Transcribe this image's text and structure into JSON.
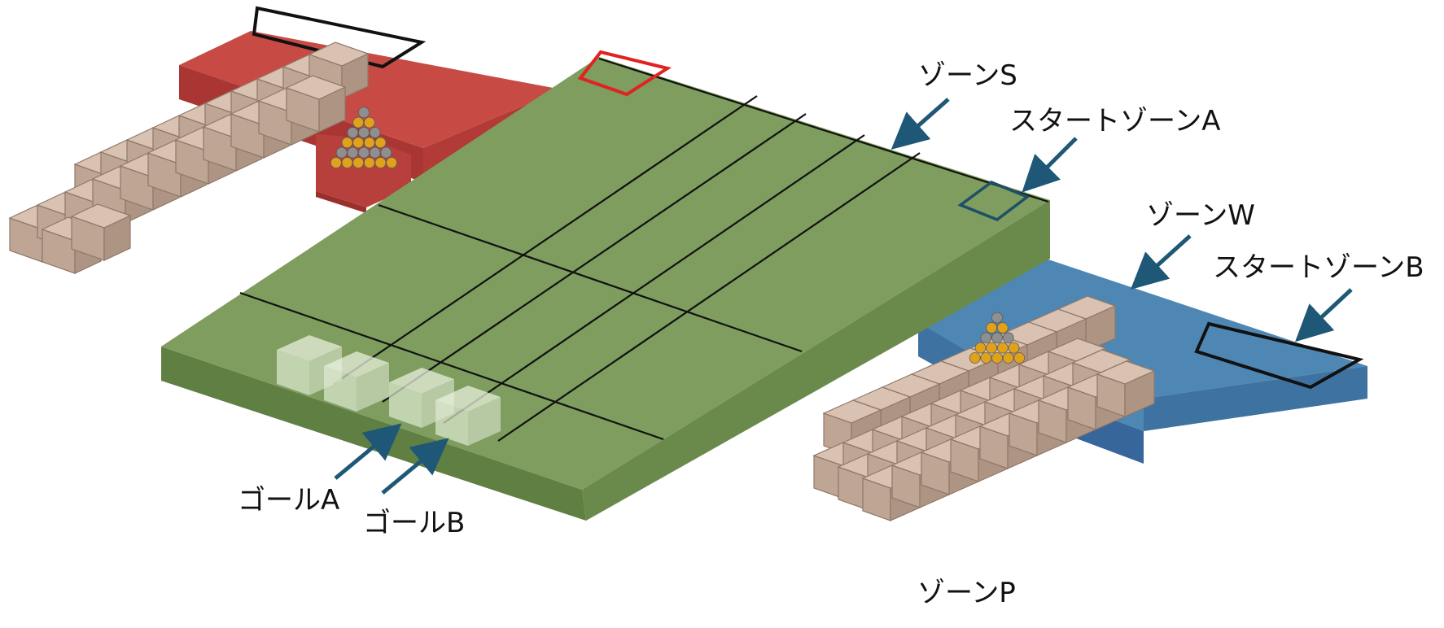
{
  "colors": {
    "zone_s": "#7e9d5e",
    "zone_s_side": "#6a8a4c",
    "zone_s_side_dark": "#5f7f43",
    "red_zone": "#c84a44",
    "red_zone_side": "#a93633",
    "blue_zone": "#4f87b4",
    "blue_zone_side": "#3e72a0",
    "wall_top": "#d9c2b1",
    "wall_side": "#bfa594",
    "arrow": "#1f5876",
    "ball_gold": "#e0a21a",
    "ball_gray": "#8f8f8f",
    "start_zone_outline": "#111111",
    "start_zone_a_outline": "#1f4f66",
    "red_square_outline": "#e02222"
  },
  "labels": {
    "zone_s": "ゾーンS",
    "start_zone_a": "スタートゾーンA",
    "zone_w": "ゾーンW",
    "start_zone_b": "スタートゾーンB",
    "goal_a": "ゴールA",
    "goal_b": "ゴールB",
    "zone_p": "ゾーンP"
  }
}
